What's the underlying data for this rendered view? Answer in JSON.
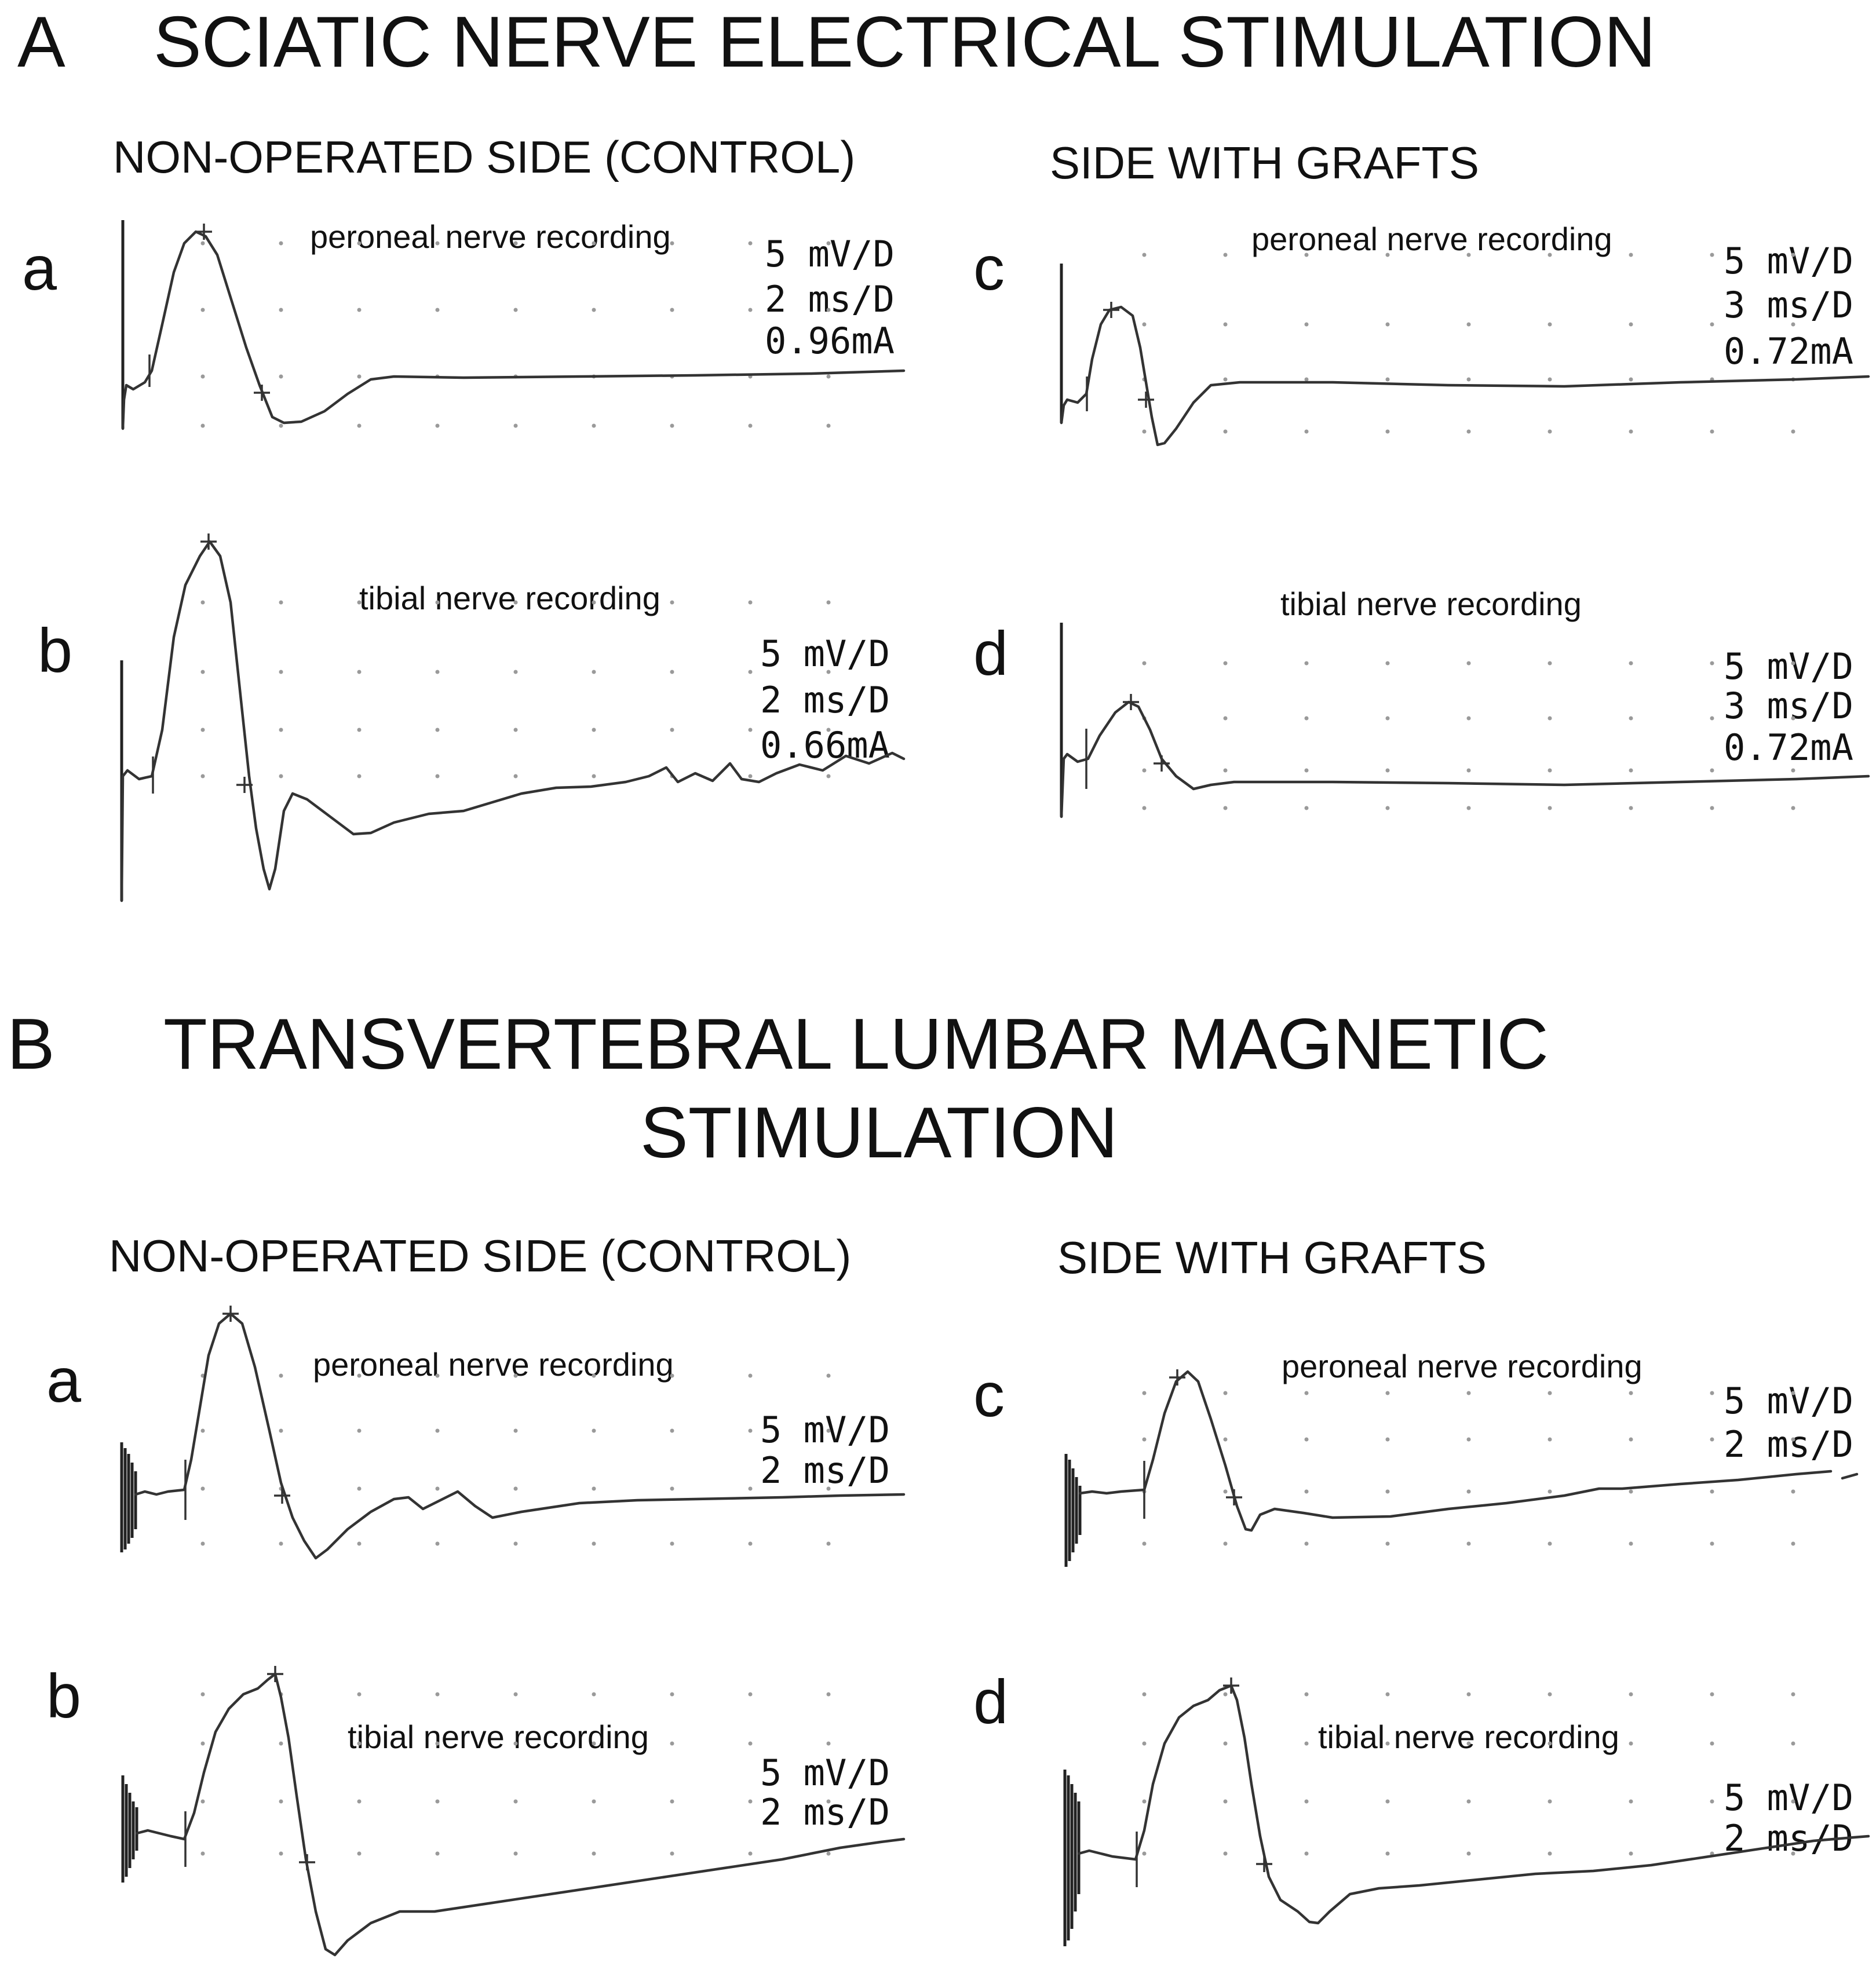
{
  "sections": [
    {
      "letter": "A",
      "title_lines": [
        "SCIATIC NERVE ELECTRICAL STIMULATION"
      ],
      "left_label": "NON-OPERATED SIDE (CONTROL)",
      "right_label": "SIDE WITH GRAFTS",
      "panels": [
        {
          "letter": "a",
          "recording": "peroneal nerve recording",
          "params": [
            "5 mV/D",
            "2 ms/D",
            "0.96mA"
          ]
        },
        {
          "letter": "b",
          "recording": "tibial nerve recording",
          "params": [
            "5 mV/D",
            "2 ms/D",
            "0.66mA"
          ]
        },
        {
          "letter": "c",
          "recording": "peroneal nerve recording",
          "params": [
            "5 mV/D",
            "3 ms/D",
            "0.72mA"
          ]
        },
        {
          "letter": "d",
          "recording": "tibial nerve recording",
          "params": [
            "5 mV/D",
            "3 ms/D",
            "0.72mA"
          ]
        }
      ]
    },
    {
      "letter": "B",
      "title_lines": [
        "TRANSVERTEBRAL LUMBAR MAGNETIC",
        "STIMULATION"
      ],
      "left_label": "NON-OPERATED SIDE (CONTROL)",
      "right_label": "SIDE WITH GRAFTS",
      "panels": [
        {
          "letter": "a",
          "recording": "peroneal nerve recording",
          "params": [
            "5 mV/D",
            "2 ms/D"
          ]
        },
        {
          "letter": "b",
          "recording": "tibial nerve recording",
          "params": [
            "5 mV/D",
            "2 ms/D"
          ]
        },
        {
          "letter": "c",
          "recording": "peroneal nerve recording",
          "params": [
            "5 mV/D",
            "2 ms/D"
          ]
        },
        {
          "letter": "d",
          "recording": "tibial nerve recording",
          "params": [
            "5 mV/D",
            "2 ms/D"
          ]
        }
      ]
    }
  ]
}
